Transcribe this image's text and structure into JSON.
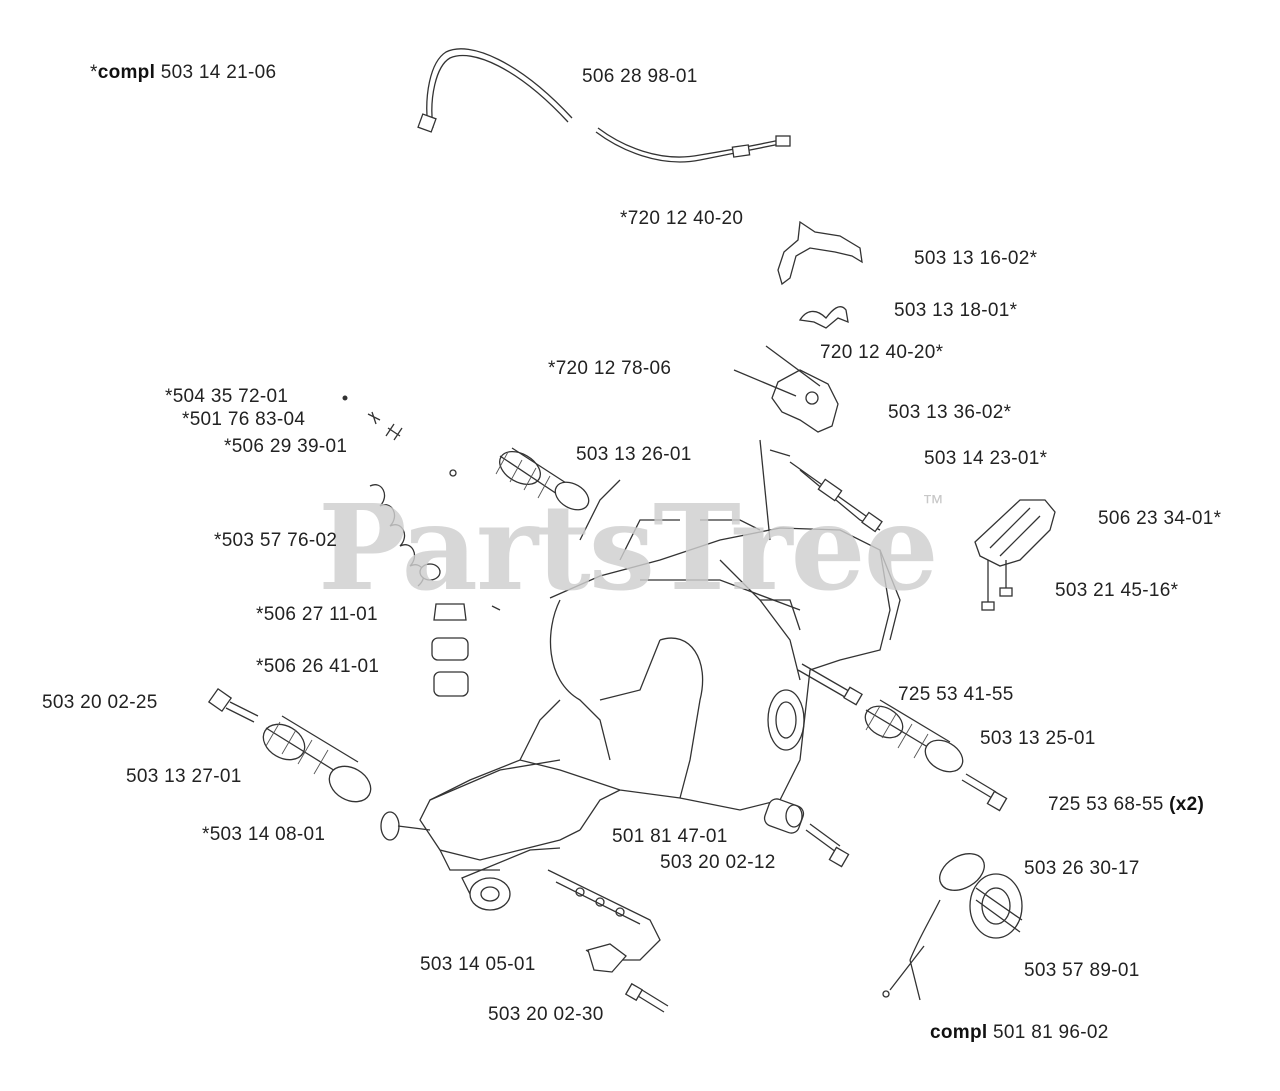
{
  "watermark": {
    "brand": "PartsTree",
    "trademark": "™"
  },
  "labels": {
    "l01": {
      "prefix": "*",
      "bold": "compl",
      "text": " 503 14 21-06"
    },
    "l02": {
      "text": "506 28 98-01"
    },
    "l03": {
      "text": "*720 12 40-20"
    },
    "l04": {
      "text": "503 13 16-02*"
    },
    "l05": {
      "text": "503 13 18-01*"
    },
    "l06": {
      "text": "720 12 40-20*"
    },
    "l07": {
      "text": "*720 12 78-06"
    },
    "l08": {
      "text": "503 13 36-02*"
    },
    "l09": {
      "text": "*504 35 72-01"
    },
    "l10": {
      "text": "*501 76 83-04"
    },
    "l11": {
      "text": "*506 29 39-01"
    },
    "l12": {
      "text": "503 13 26-01"
    },
    "l13": {
      "text": "503 14 23-01*"
    },
    "l14": {
      "text": "506 23 34-01*"
    },
    "l15": {
      "text": "*503 57 76-02"
    },
    "l16": {
      "text": "503 21 45-16*"
    },
    "l17": {
      "text": "*506 27 11-01"
    },
    "l18": {
      "text": "*506 26 41-01"
    },
    "l19": {
      "text": "725 53 41-55"
    },
    "l20": {
      "text": "503 20 02-25"
    },
    "l21": {
      "text": "503 13 25-01"
    },
    "l22": {
      "text": "503 13 27-01"
    },
    "l23": {
      "text": "725 53 68-55 ",
      "bold": "(x2)"
    },
    "l24": {
      "text": "*503 14 08-01"
    },
    "l25": {
      "text": "501 81 47-01"
    },
    "l26": {
      "text": "503 20 02-12"
    },
    "l27": {
      "text": "503 26 30-17"
    },
    "l28": {
      "text": "503 14 05-01"
    },
    "l29": {
      "text": "503 57 89-01"
    },
    "l30": {
      "text": "503 20 02-30"
    },
    "l31": {
      "bold": "compl",
      "text": " 501 81 96-02"
    }
  }
}
